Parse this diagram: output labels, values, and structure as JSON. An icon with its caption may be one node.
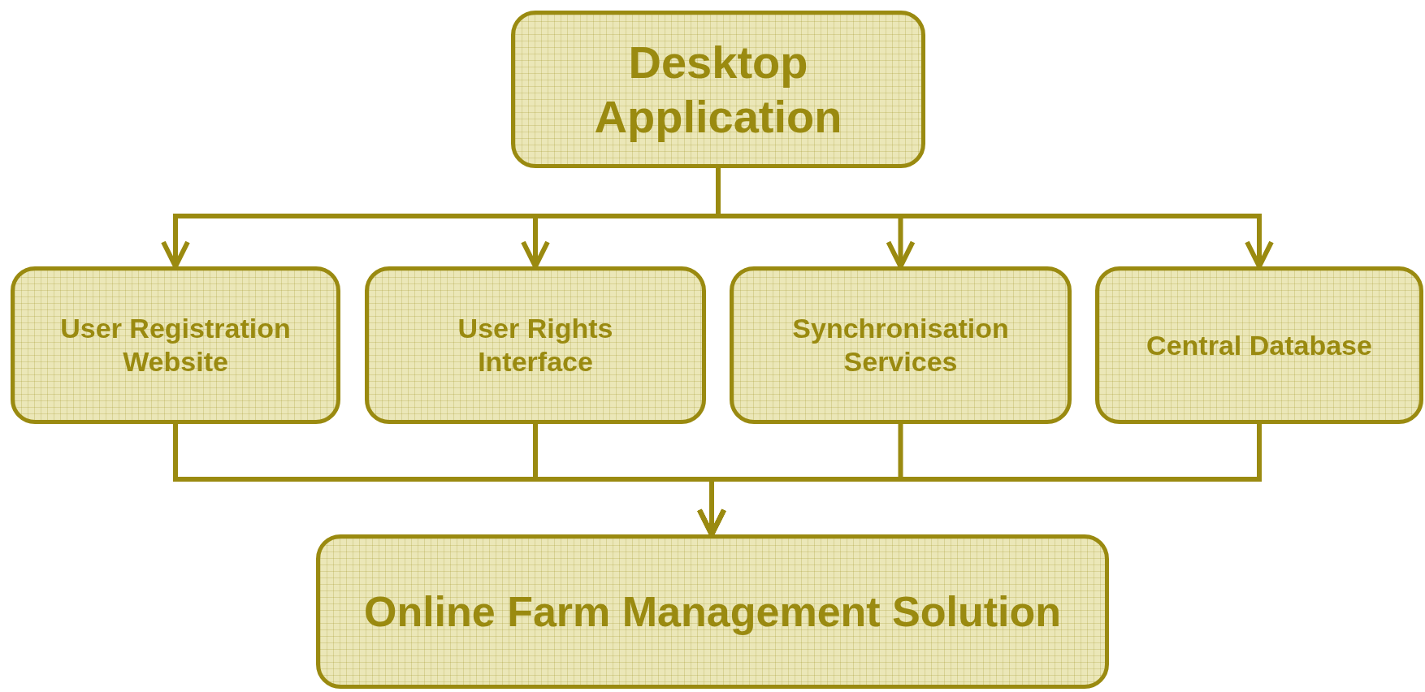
{
  "diagram": {
    "nodes": [
      {
        "text": [
          "Desktop Application"
        ]
      },
      {
        "text": [
          "User Registration Website"
        ]
      },
      {
        "text": [
          "User Rights Interface"
        ]
      },
      {
        "text": [
          "Synchronisation Services"
        ]
      },
      {
        "text": [
          "Central Database"
        ]
      },
      {
        "text": [
          "Online Farm Management Solution"
        ]
      }
    ],
    "edges": [
      {
        "from": 0,
        "to": 1,
        "arrow": "to"
      },
      {
        "from": 0,
        "to": 2,
        "arrow": "to"
      },
      {
        "from": 0,
        "to": 3,
        "arrow": "to"
      },
      {
        "from": 0,
        "to": 4,
        "arrow": "to"
      },
      {
        "from": 1,
        "to": 5,
        "arrow": "to"
      },
      {
        "from": 2,
        "to": 5,
        "arrow": "to"
      },
      {
        "from": 3,
        "to": 5,
        "arrow": "to"
      },
      {
        "from": 4,
        "to": 5,
        "arrow": "to"
      }
    ]
  }
}
